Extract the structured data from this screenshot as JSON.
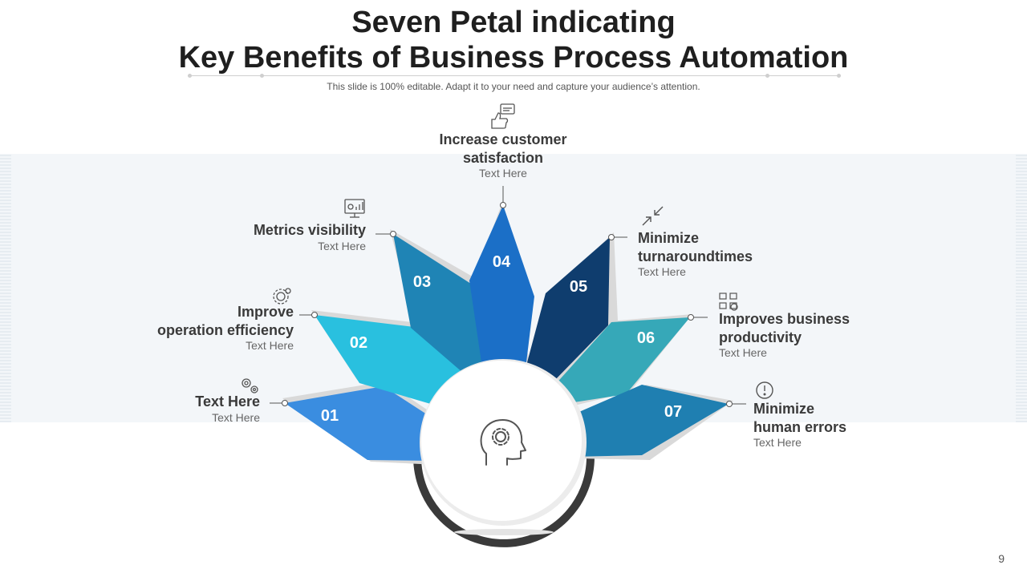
{
  "title": {
    "line1": "Seven Petal indicating",
    "line2": "Key Benefits of Business Process Automation"
  },
  "subtitle": "This slide is 100% editable. Adapt it to your need and capture your audience’s attention.",
  "page_number": "9",
  "colors": {
    "petal_01": "#3a8de0",
    "petal_02": "#29c0df",
    "petal_03": "#1f84b5",
    "petal_04": "#1b6fc7",
    "petal_05": "#0f3d6e",
    "petal_06": "#36a8b8",
    "petal_07": "#1f7fb1",
    "arc": "#3a3a3a"
  },
  "center_icon": "head-gear-icon",
  "petals": [
    {
      "number": "01",
      "title": "Text Here",
      "text": "Text Here",
      "icon": "gears-icon"
    },
    {
      "number": "02",
      "title": "Improve operation efficiency",
      "title_lines": [
        "Improve",
        "operation efficiency"
      ],
      "text": "Text Here",
      "icon": "gear-person-icon"
    },
    {
      "number": "03",
      "title": "Metrics visibility",
      "title_lines": [
        "Metrics visibility"
      ],
      "text": "Text Here",
      "icon": "monitor-chart-icon"
    },
    {
      "number": "04",
      "title": "Increase customer satisfaction",
      "title_lines": [
        "Increase customer",
        "satisfaction"
      ],
      "text": "Text Here",
      "icon": "thumbs-up-chat-icon"
    },
    {
      "number": "05",
      "title": "Minimize turnaround times",
      "title_lines": [
        "Minimize",
        "turnaroundtimes"
      ],
      "text": "Text Here",
      "icon": "minimize-arrows-icon"
    },
    {
      "number": "06",
      "title": "Improves business productivity",
      "title_lines": [
        "Improves business",
        "productivity"
      ],
      "text": "Text Here",
      "icon": "workflow-icon"
    },
    {
      "number": "07",
      "title": "Minimize human errors",
      "title_lines": [
        "Minimize",
        "human errors"
      ],
      "text": "Text Here",
      "icon": "alert-circle-icon"
    }
  ]
}
